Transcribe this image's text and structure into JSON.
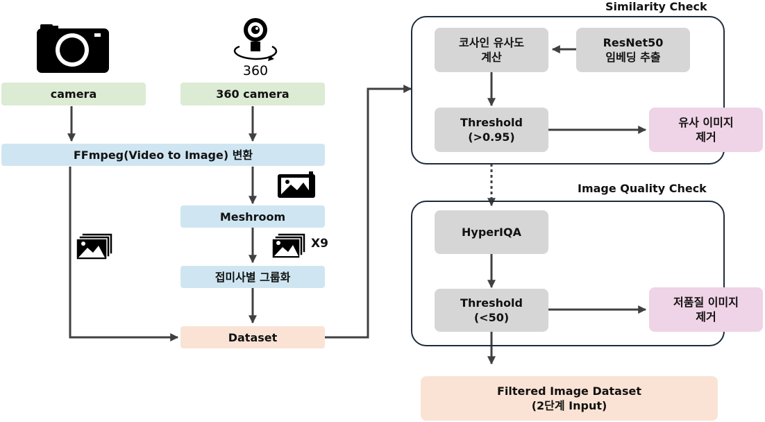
{
  "sources": {
    "camera": "camera",
    "camera360": "360 camera",
    "camera360_icon_text": "360"
  },
  "steps": {
    "ffmpeg": "FFmpeg(Video to Image) 변환",
    "meshroom": "Meshroom",
    "grouping": "접미사별 그룹화",
    "dataset": "Dataset",
    "multiplier": "X9"
  },
  "similarity_check": {
    "title": "Similarity Check",
    "cosine": [
      "코사인 유사도",
      "계산"
    ],
    "resnet": [
      "ResNet50",
      "임베딩 추출"
    ],
    "threshold": [
      "Threshold",
      "(>0.95)"
    ],
    "remove": [
      "유사 이미지",
      "제거"
    ]
  },
  "quality_check": {
    "title": "Image Quality Check",
    "hyperiqa": "HyperIQA",
    "threshold": [
      "Threshold",
      "(<50)"
    ],
    "remove": [
      "저품질 이미지",
      "제거"
    ]
  },
  "output": [
    "Filtered Image Dataset",
    "(2단계 Input)"
  ],
  "icons": [
    "camera-icon",
    "camera-360-icon",
    "image-icon",
    "images-stack-icon"
  ],
  "colors": {
    "green": "#dcebd3",
    "blue": "#cfe6f2",
    "peach": "#fae3d5",
    "gray": "#d6d6d6",
    "pink": "#efd3e6",
    "border": "#1c2c3c",
    "arrow": "#404040"
  }
}
